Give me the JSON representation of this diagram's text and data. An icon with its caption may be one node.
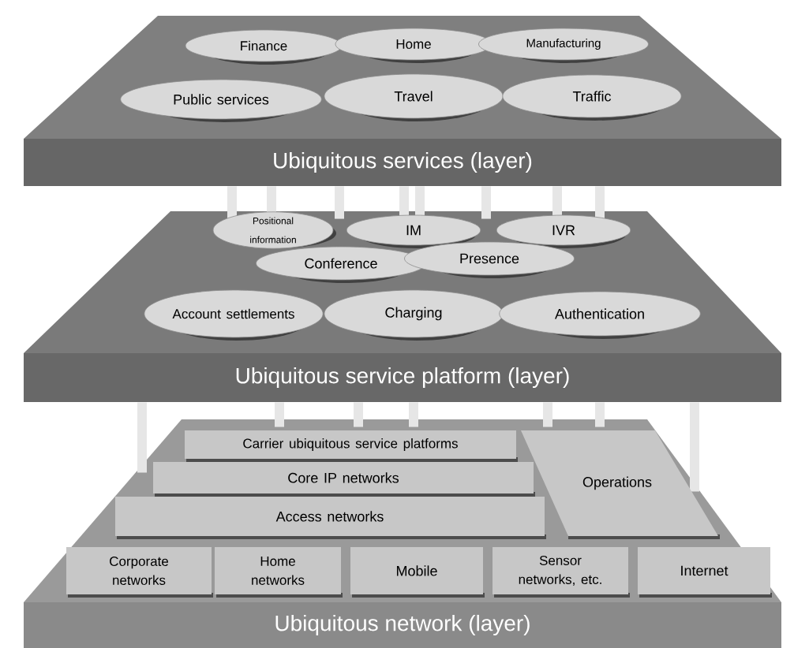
{
  "diagram": {
    "nodes": [
      {
        "text": [
          "Ubiquitous services (layer)"
        ]
      },
      {
        "text": [
          "Finance"
        ],
        "in": 0
      },
      {
        "text": [
          "Home"
        ],
        "in": 0
      },
      {
        "text": [
          "Manufacturing"
        ],
        "in": 0
      },
      {
        "text": [
          "Public services"
        ],
        "in": 0
      },
      {
        "text": [
          "Travel"
        ],
        "in": 0
      },
      {
        "text": [
          "Traffic"
        ],
        "in": 0
      },
      {
        "text": [
          "Ubiquitous service platform (layer)"
        ]
      },
      {
        "text": [
          "Positional information"
        ],
        "in": 7
      },
      {
        "text": [
          "IM"
        ],
        "in": 7
      },
      {
        "text": [
          "IVR"
        ],
        "in": 7
      },
      {
        "text": [
          "Conference"
        ],
        "in": 7
      },
      {
        "text": [
          "Presence"
        ],
        "in": 7
      },
      {
        "text": [
          "Account settlements"
        ],
        "in": 7
      },
      {
        "text": [
          "Charging"
        ],
        "in": 7
      },
      {
        "text": [
          "Authentication"
        ],
        "in": 7
      },
      {
        "text": [
          "Ubiquitous network (layer)"
        ]
      },
      {
        "text": [
          "Carrier ubiquitous service platforms"
        ],
        "in": 16
      },
      {
        "text": [
          "Core IP networks"
        ],
        "in": 16
      },
      {
        "text": [
          "Operations"
        ],
        "in": 16
      },
      {
        "text": [
          "Access networks"
        ],
        "in": 16
      },
      {
        "text": [
          "Corporate networks"
        ],
        "in": 16
      },
      {
        "text": [
          "Home networks"
        ],
        "in": 16
      },
      {
        "text": [
          "Mobile"
        ],
        "in": 16
      },
      {
        "text": [
          "Sensor networks, etc."
        ],
        "in": 16
      },
      {
        "text": [
          "Internet"
        ],
        "in": 16
      }
    ],
    "edges": [
      {
        "from": 0,
        "to": 7,
        "arrow": "none"
      },
      {
        "from": 0,
        "to": 7,
        "arrow": "none"
      },
      {
        "from": 0,
        "to": 7,
        "arrow": "none"
      },
      {
        "from": 0,
        "to": 7,
        "arrow": "none"
      },
      {
        "from": 0,
        "to": 7,
        "arrow": "none"
      },
      {
        "from": 0,
        "to": 7,
        "arrow": "none"
      },
      {
        "from": 0,
        "to": 7,
        "arrow": "none"
      },
      {
        "from": 0,
        "to": 7,
        "arrow": "none"
      },
      {
        "from": 7,
        "to": 16,
        "arrow": "none"
      },
      {
        "from": 7,
        "to": 16,
        "arrow": "none"
      },
      {
        "from": 7,
        "to": 16,
        "arrow": "none"
      },
      {
        "from": 7,
        "to": 16,
        "arrow": "none"
      },
      {
        "from": 7,
        "to": 16,
        "arrow": "none"
      },
      {
        "from": 7,
        "to": 16,
        "arrow": "none"
      },
      {
        "from": 7,
        "to": 16,
        "arrow": "none"
      }
    ]
  }
}
